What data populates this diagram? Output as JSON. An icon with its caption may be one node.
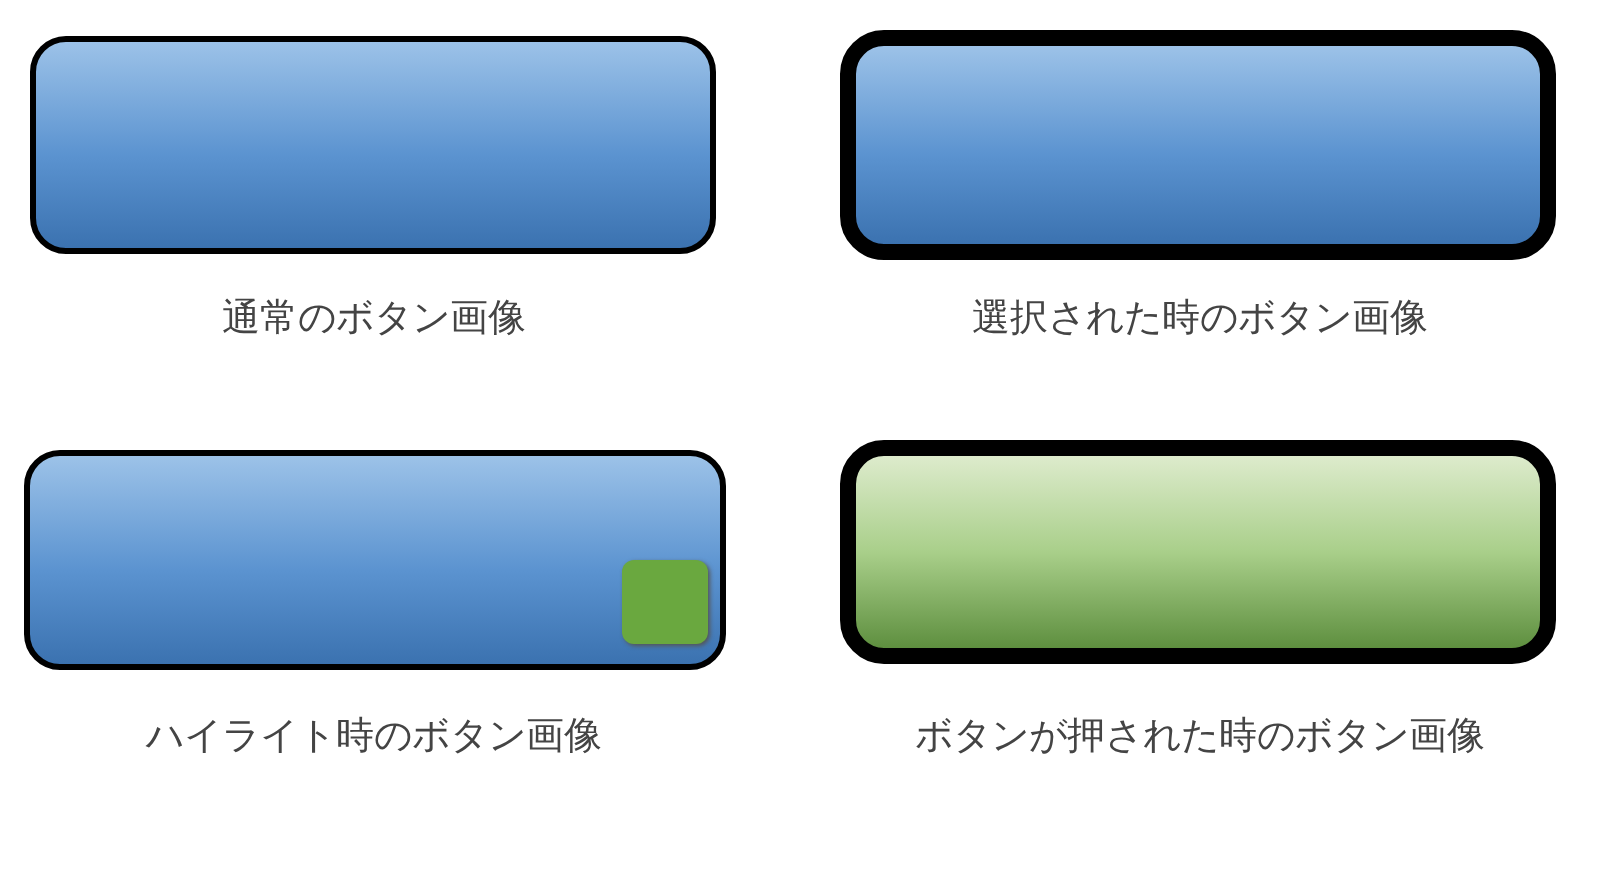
{
  "diagram": {
    "nodes": [
      {
        "text": [],
        "shape": "box",
        "beside": [
          "通常のボタン画像"
        ]
      },
      {
        "text": [],
        "shape": "box",
        "beside": [
          "選択された時のボタン画像"
        ]
      },
      {
        "text": [],
        "shape": "box",
        "beside": [
          "ハイライト時のボタン画像"
        ]
      },
      {
        "text": [],
        "shape": "box",
        "beside": [
          "ボタンが押された時のボタン画像"
        ]
      }
    ]
  }
}
